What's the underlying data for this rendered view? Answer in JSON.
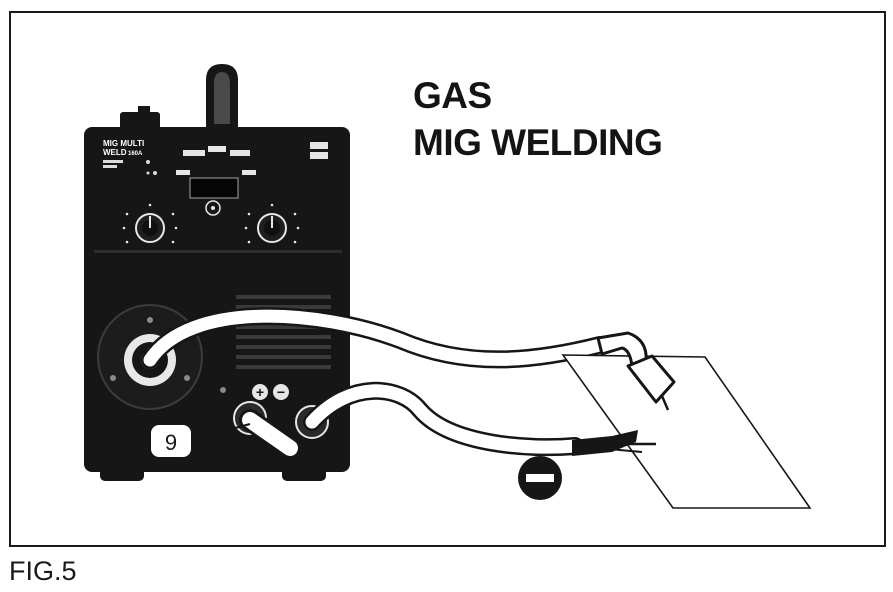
{
  "title": {
    "line1": "GAS",
    "line2": "MIG WELDING"
  },
  "caption": "FIG.5",
  "machine": {
    "brand_line1": "MIG MULTI",
    "brand_line2": "WELD",
    "model": "160A"
  },
  "callout": {
    "number": "9"
  },
  "terminals": {
    "positive": "+",
    "negative": "−"
  },
  "polarity": {
    "workpiece_clamp": "−"
  },
  "colors": {
    "ink": "#141414",
    "background": "#ffffff",
    "machine_body": "#161616",
    "cable_fill": "#ffffff"
  }
}
